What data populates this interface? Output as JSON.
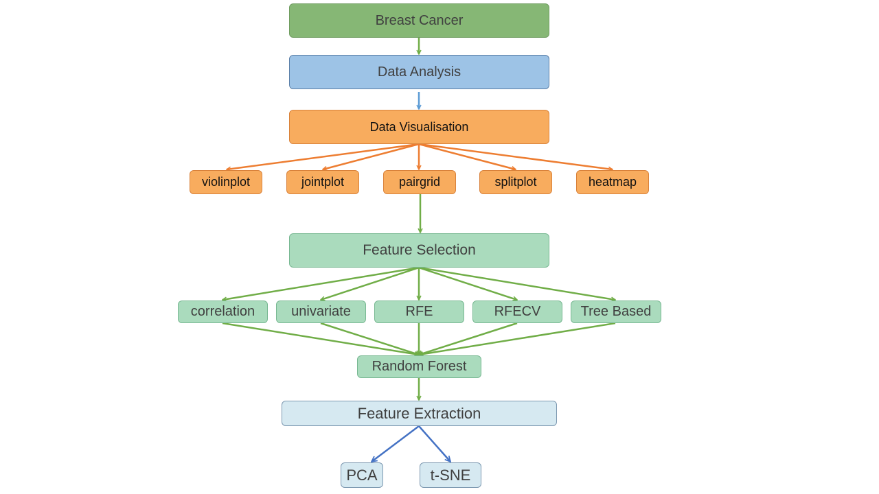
{
  "diagram": {
    "nodes": {
      "breast_cancer": "Breast Cancer",
      "data_analysis": "Data Analysis",
      "data_visualisation": "Data Visualisation",
      "violinplot": "violinplot",
      "jointplot": "jointplot",
      "pairgrid": "pairgrid",
      "splitplot": "splitplot",
      "heatmap": "heatmap",
      "feature_selection": "Feature Selection",
      "correlation": "correlation",
      "univariate": "univariate",
      "rfe": "RFE",
      "rfecv": "RFECV",
      "tree_based": "Tree Based",
      "random_forest": "Random Forest",
      "feature_extraction": "Feature Extraction",
      "pca": "PCA",
      "tsne": "t-SNE"
    },
    "colors": {
      "green_arrow": "#70ad47",
      "blue_arrow": "#5b9bd5",
      "orange_arrow": "#ed7d31",
      "dark_blue_arrow": "#4472c4"
    }
  }
}
